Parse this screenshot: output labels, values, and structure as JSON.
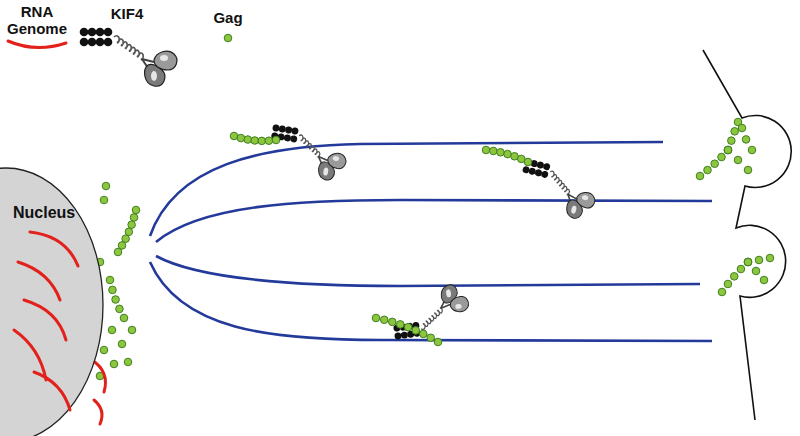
{
  "diagram": {
    "nodes": [
      {
        "text": [
          "Nucleus"
        ]
      }
    ],
    "legend": [
      {
        "text": "RNA Genome"
      },
      {
        "text": "KIF4"
      },
      {
        "text": "Gag"
      }
    ]
  }
}
